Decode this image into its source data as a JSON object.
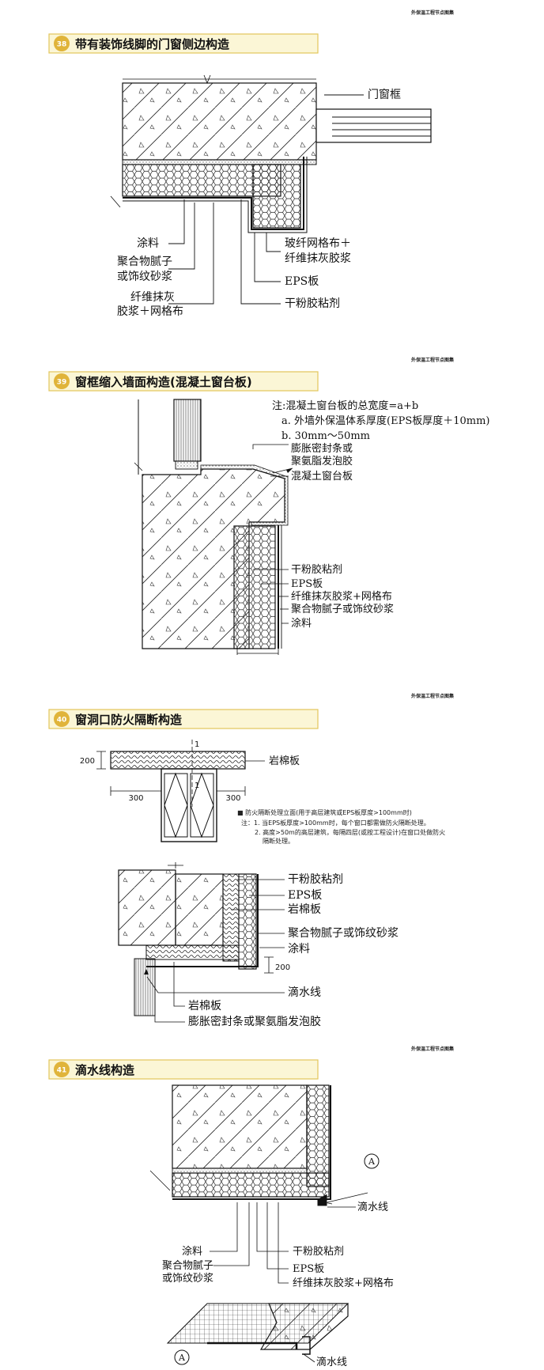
{
  "corner_note": "外保温工程节点图集",
  "sections": [
    {
      "number": "38",
      "title": "带有装饰线脚的门窗侧边构造",
      "labels": {
        "frame": "门窗框",
        "coating": "涂料",
        "putty_1": "聚合物腻子",
        "putty_2": "或饰纹砂浆",
        "fiber_1": "纤维抹灰",
        "fiber_2": "胶浆＋网格布",
        "mesh_1": "玻纤网格布＋",
        "mesh_2": "纤维抹灰胶浆",
        "eps": "EPS板",
        "adhesive": "干粉胶粘剂"
      }
    },
    {
      "number": "39",
      "title": "窗框缩入墙面构造(混凝土窗台板)",
      "notes": [
        "注:混凝土窗台板的总宽度=a+b",
        "a. 外墙外保温体系厚度(EPS板厚度＋10mm)",
        "b. 30mm～50mm"
      ],
      "labels": {
        "seal_1": "膨胀密封条或",
        "seal_2": "聚氨脂发泡胶",
        "sill": "混凝土窗台板",
        "adhesive": "干粉胶粘剂",
        "eps": "EPS板",
        "fiber": "纤维抹灰胶浆+网格布",
        "putty": "聚合物腻子或饰纹砂浆",
        "coating": "涂料"
      }
    },
    {
      "number": "40",
      "title": "窗洞口防火隔断构造",
      "labels": {
        "rockwool_top": "岩棉板",
        "dim_200_left": "200",
        "dim_300_left": "300",
        "dim_300_right": "300",
        "section_mark_top": "1",
        "section_mark_bottom": "1",
        "note_main": "■ 防火隔断处理立面(用于高层建筑或EPS板厚度>100mm时)",
        "note_1": "注：1. 当EPS板厚度>100mm时，每个窗口都需做防火隔断处理。",
        "note_2": "2. 高度>50m的高层建筑，每隔四层(或按工程设计)在窗口处做防火",
        "note_3": "隔断处理。",
        "adhesive": "干粉胶粘剂",
        "eps": "EPS板",
        "rockwool": "岩棉板",
        "putty": "聚合物腻子或饰纹砂浆",
        "coating": "涂料",
        "dim_200": "200",
        "drip": "滴水线",
        "rockwool_bottom": "岩棉板",
        "seal": "膨胀密封条或聚氨脂发泡胶"
      }
    },
    {
      "number": "41",
      "title": "滴水线构造",
      "labels": {
        "marker_a": "A",
        "drip": "滴水线",
        "coating": "涂料",
        "putty_1": "聚合物腻子",
        "putty_2": "或饰纹砂浆",
        "adhesive": "干粉胶粘剂",
        "eps": "EPS板",
        "fiber": "纤维抹灰胶浆+网格布",
        "marker_a_bottom": "A",
        "drip_bottom": "滴水线"
      }
    }
  ],
  "colors": {
    "header_bg": "#fbf6d6",
    "header_border": "#e2c65a",
    "badge": "#e0b43a"
  }
}
